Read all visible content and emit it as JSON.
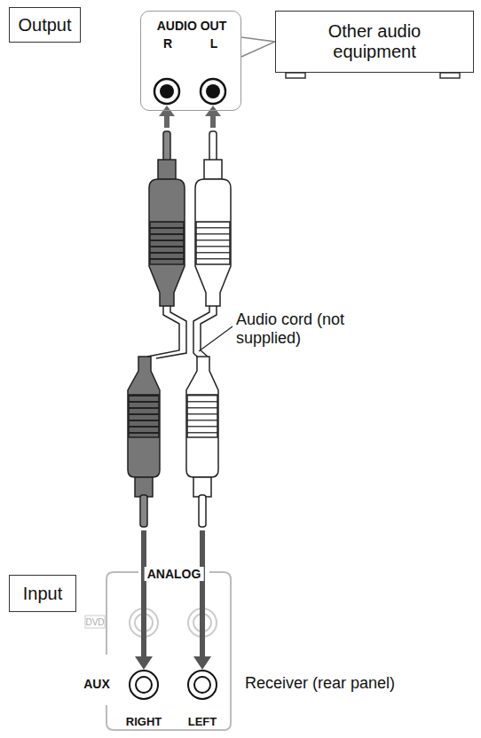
{
  "diagram": {
    "nodes": [
      {
        "text": [
          "Output"
        ]
      },
      {
        "text": [
          "AUDIO OUT",
          "R",
          "L"
        ]
      },
      {
        "text": [
          "Other audio equipment"
        ]
      },
      {
        "text": [
          "Input"
        ]
      },
      {
        "text": [
          "ANALOG",
          "DVD",
          "AUX",
          "RIGHT",
          "LEFT"
        ]
      }
    ],
    "edges": [
      {
        "from": 1,
        "to": 2,
        "arrow": "none"
      }
    ],
    "labels": [
      "Audio cord (not supplied)",
      "Receiver (rear panel)"
    ]
  }
}
